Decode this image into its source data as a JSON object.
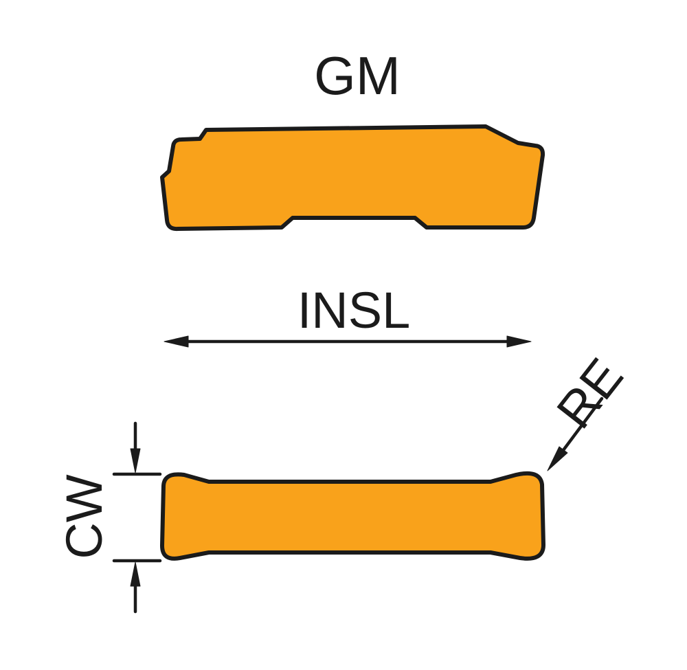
{
  "diagram": {
    "title": "GM",
    "labels": {
      "insert_length": "INSL",
      "cutting_width": "CW",
      "corner_radius": "RE"
    },
    "colors": {
      "insert_fill": "#F9A21B",
      "outline": "#1B1B1B",
      "dimension": "#1B1B1B",
      "text": "#1B1B1B",
      "background": "#FFFFFF"
    }
  }
}
